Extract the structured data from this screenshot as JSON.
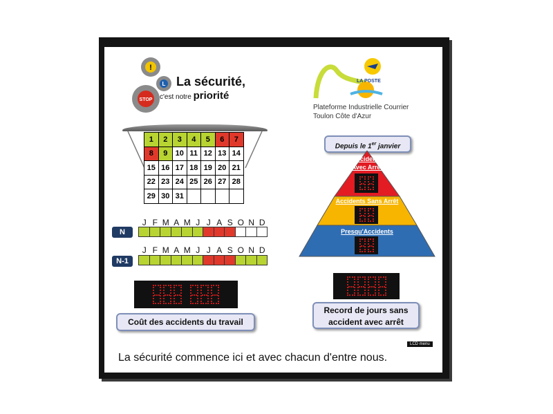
{
  "header": {
    "title_main": "La sécurité,",
    "title_sub_prefix": "c'est notre",
    "title_sub_emphasis": "priorité",
    "gear_labels": [
      "!",
      "L",
      "STOP"
    ]
  },
  "logo": {
    "brand": "LA POSTE",
    "line1": "Plateforme Industrielle Courrier",
    "line2": "Toulon Côte d'Azur"
  },
  "calendar": {
    "days": [
      {
        "d": "1",
        "s": "green"
      },
      {
        "d": "2",
        "s": "green"
      },
      {
        "d": "3",
        "s": "green"
      },
      {
        "d": "4",
        "s": "green"
      },
      {
        "d": "5",
        "s": "green"
      },
      {
        "d": "6",
        "s": "red"
      },
      {
        "d": "7",
        "s": "red"
      },
      {
        "d": "8",
        "s": "red"
      },
      {
        "d": "9",
        "s": "green"
      },
      {
        "d": "10",
        "s": "white"
      },
      {
        "d": "11",
        "s": "white"
      },
      {
        "d": "12",
        "s": "white"
      },
      {
        "d": "13",
        "s": "white"
      },
      {
        "d": "14",
        "s": "white"
      },
      {
        "d": "15",
        "s": "white"
      },
      {
        "d": "16",
        "s": "white"
      },
      {
        "d": "17",
        "s": "white"
      },
      {
        "d": "18",
        "s": "white"
      },
      {
        "d": "19",
        "s": "white"
      },
      {
        "d": "20",
        "s": "white"
      },
      {
        "d": "21",
        "s": "white"
      },
      {
        "d": "22",
        "s": "white"
      },
      {
        "d": "23",
        "s": "white"
      },
      {
        "d": "24",
        "s": "white"
      },
      {
        "d": "25",
        "s": "white"
      },
      {
        "d": "26",
        "s": "white"
      },
      {
        "d": "27",
        "s": "white"
      },
      {
        "d": "28",
        "s": "white"
      },
      {
        "d": "29",
        "s": "white"
      },
      {
        "d": "30",
        "s": "white"
      },
      {
        "d": "31",
        "s": "white"
      },
      {
        "d": "",
        "s": "white"
      },
      {
        "d": "",
        "s": "white"
      },
      {
        "d": "",
        "s": "white"
      },
      {
        "d": "",
        "s": "white"
      }
    ]
  },
  "months": {
    "letters": [
      "J",
      "F",
      "M",
      "A",
      "M",
      "J",
      "J",
      "A",
      "S",
      "O",
      "N",
      "D"
    ],
    "year_n": {
      "label": "N",
      "status": [
        "green",
        "green",
        "green",
        "green",
        "green",
        "green",
        "red",
        "red",
        "red",
        "white",
        "white",
        "white"
      ]
    },
    "year_n1": {
      "label": "N-1",
      "status": [
        "green",
        "green",
        "green",
        "green",
        "green",
        "green",
        "red",
        "red",
        "red",
        "green",
        "green",
        "green"
      ]
    }
  },
  "pyramid": {
    "header": "Depuis le 1",
    "header_sup": "er",
    "header_suffix": " janvier",
    "levels": [
      {
        "label_line1": "Accidents",
        "label_line2": "Avec Arrêt",
        "color": "#e31b23"
      },
      {
        "label_line1": "Accidents Sans Arrêt",
        "label_line2": "",
        "color": "#f7b500"
      },
      {
        "label_line1": "Presqu'Accidents",
        "label_line2": "",
        "color": "#2f6db3"
      }
    ]
  },
  "costs": {
    "label": "Coût des accidents du travail"
  },
  "record": {
    "label_line1": "Record de jours sans",
    "label_line2": "accident avec arrêt"
  },
  "footer": {
    "text": "La sécurité commence ici et avec chacun d'entre nous.",
    "badge": "LCD menu"
  },
  "colors": {
    "green": "#b8d432",
    "red": "#e0392b",
    "white": "#ffffff",
    "navy": "#1f3a63"
  }
}
